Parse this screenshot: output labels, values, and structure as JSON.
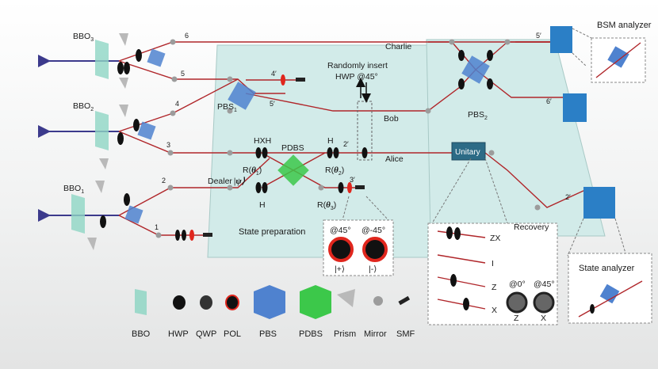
{
  "sources": [
    {
      "crystal": "BBO",
      "sub": "3"
    },
    {
      "crystal": "BBO",
      "sub": "2"
    },
    {
      "crystal": "BBO",
      "sub": "1"
    }
  ],
  "paths": {
    "p1": "1",
    "p2": "2",
    "p3": "3",
    "p4": "4",
    "p5": "5",
    "p6": "6",
    "p4p": "4′",
    "p5p": "5′",
    "p2p": "2′",
    "p3p": "3′",
    "p5pp": "5′",
    "p6p": "6′",
    "p2pp": "2′"
  },
  "parties": {
    "charlie": "Charlie",
    "bob": "Bob",
    "alice": "Alice"
  },
  "dealer": {
    "text": "Dealer",
    "ket": "|ψ⟩"
  },
  "pbs1": {
    "name": "PBS",
    "sub": "1"
  },
  "pbs2": {
    "name": "PBS",
    "sub": "2"
  },
  "random_insert": {
    "line1": "Randomly insert",
    "line2": "HWP @45°"
  },
  "elements": {
    "hxh": "HXH",
    "pdbs": "PDBS",
    "h_top": "H",
    "h_bottom": "H",
    "r1": {
      "prefix": "R(",
      "theta": "θ",
      "sub": "1",
      "suffix": ")"
    },
    "r2": {
      "prefix": "R(",
      "theta": "θ",
      "sub": "2",
      "suffix": ")"
    },
    "r3": {
      "prefix": "R(",
      "theta": "θ",
      "sub": "3",
      "suffix": ")"
    },
    "unitary": "Unitary"
  },
  "state_preparation": {
    "label": "State preparation",
    "pol_plus": "@45°",
    "pol_minus": "@-45°",
    "ket_plus": "|+⟩",
    "ket_minus": "|-⟩"
  },
  "unitary_ops": [
    "ZX",
    "I",
    "Z",
    "X"
  ],
  "unitary_sub": {
    "a0": "@0°",
    "a45": "@45°",
    "z": "Z",
    "x": "X"
  },
  "recovery": "Recovery",
  "bsm_analyzer": "BSM analyzer",
  "state_analyzer": "State analyzer",
  "legend": [
    "BBO",
    "HWP",
    "QWP",
    "POL",
    "PBS",
    "PDBS",
    "Prism",
    "Mirror",
    "SMF"
  ],
  "colors": {
    "beam": "#b0262a",
    "pump": "#3c3a8c",
    "table": "#cfe8e6",
    "pbs": "#4f82cf",
    "pdbs": "#3cc84a",
    "detector": "#2b7fc6"
  }
}
